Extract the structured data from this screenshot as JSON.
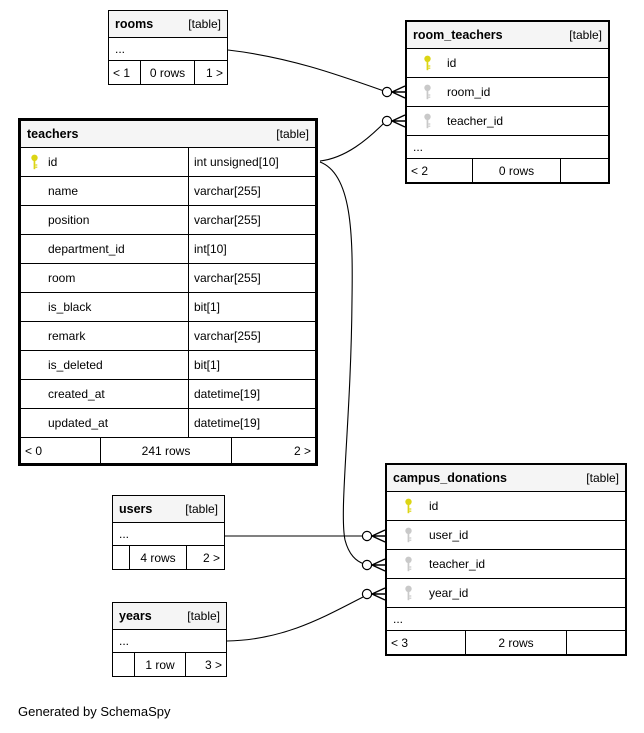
{
  "colors": {
    "bg": "#ffffff",
    "header-bg": "#f5f5f5",
    "line": "#000000",
    "pk": "#dcd514",
    "fk": "#c9c9c9"
  },
  "note": "Generated by SchemaSpy",
  "tables": {
    "rooms": {
      "name": "rooms",
      "tag": "[table]",
      "ellipsis": "...",
      "footer": [
        "< 1",
        "0 rows",
        "1 >"
      ]
    },
    "room_teachers": {
      "name": "room_teachers",
      "tag": "[table]",
      "ellipsis": "...",
      "columns": [
        {
          "name": "id",
          "key": "primary"
        },
        {
          "name": "room_id",
          "key": "foreign"
        },
        {
          "name": "teacher_id",
          "key": "foreign"
        }
      ],
      "footer": [
        "< 2",
        "0 rows",
        ""
      ]
    },
    "teachers": {
      "name": "teachers",
      "tag": "[table]",
      "columns": [
        {
          "name": "id",
          "type": "int unsigned[10]",
          "key": "primary"
        },
        {
          "name": "name",
          "type": "varchar[255]"
        },
        {
          "name": "position",
          "type": "varchar[255]"
        },
        {
          "name": "department_id",
          "type": "int[10]"
        },
        {
          "name": "room",
          "type": "varchar[255]"
        },
        {
          "name": "is_black",
          "type": "bit[1]"
        },
        {
          "name": "remark",
          "type": "varchar[255]"
        },
        {
          "name": "is_deleted",
          "type": "bit[1]"
        },
        {
          "name": "created_at",
          "type": "datetime[19]"
        },
        {
          "name": "updated_at",
          "type": "datetime[19]"
        }
      ],
      "footer": [
        "< 0",
        "241 rows",
        "2 >"
      ]
    },
    "users": {
      "name": "users",
      "tag": "[table]",
      "ellipsis": "...",
      "footer": [
        "",
        "4 rows",
        "2 >"
      ]
    },
    "years": {
      "name": "years",
      "tag": "[table]",
      "ellipsis": "...",
      "footer": [
        "",
        "1 row",
        "3 >"
      ]
    },
    "campus_donations": {
      "name": "campus_donations",
      "tag": "[table]",
      "ellipsis": "...",
      "columns": [
        {
          "name": "id",
          "key": "primary"
        },
        {
          "name": "user_id",
          "key": "foreign"
        },
        {
          "name": "teacher_id",
          "key": "foreign"
        },
        {
          "name": "year_id",
          "key": "foreign"
        }
      ],
      "footer": [
        "< 3",
        "2 rows",
        ""
      ]
    }
  },
  "relationships": [
    {
      "from": "rooms",
      "to": "room_teachers.room_id"
    },
    {
      "from": "teachers.id",
      "to": "room_teachers.teacher_id"
    },
    {
      "from": "teachers.id",
      "to": "campus_donations.teacher_id"
    },
    {
      "from": "users",
      "to": "campus_donations.user_id"
    },
    {
      "from": "years",
      "to": "campus_donations.year_id"
    }
  ]
}
